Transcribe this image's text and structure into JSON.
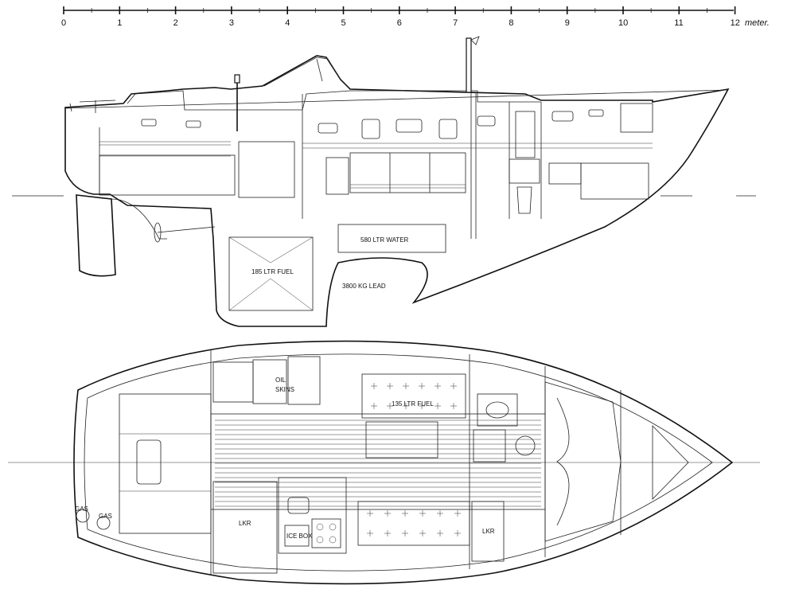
{
  "scale": {
    "ticks": [
      "0",
      "1",
      "2",
      "3",
      "4",
      "5",
      "6",
      "7",
      "8",
      "9",
      "10",
      "11",
      "12"
    ],
    "unit": "meter."
  },
  "profile_labels": {
    "water_tank": "580 LTR WATER",
    "fuel_tank": "185 LTR FUEL",
    "ballast": "3800 KG LEAD"
  },
  "plan_labels": {
    "oil_skins_1": "OIL",
    "oil_skins_2": "SKINS",
    "fuel_tank": "135 LTR FUEL",
    "gas_1": "GAS",
    "gas_2": "GAS",
    "locker_aft": "LKR",
    "locker_fwd": "LKR",
    "ice_box": "ICE BOX"
  }
}
